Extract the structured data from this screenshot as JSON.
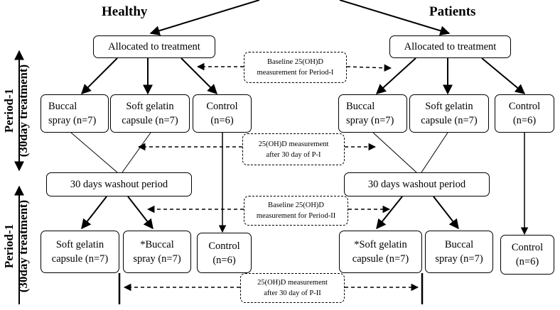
{
  "groups": {
    "healthy": "Healthy",
    "patients": "Patients"
  },
  "periods": {
    "p1": "Period-1\n(30day treatment)",
    "p2": "Period-1\n(30day treatment)"
  },
  "allocated": "Allocated to treatment",
  "washout": "30 days washout period",
  "notes": {
    "baseline_p1": "Baseline 25(OH)D\nmeasurement for Period-I",
    "after_p1": "25(OH)D measurement\nafter 30 day of P-I",
    "baseline_p2": "Baseline 25(OH)D\nmeasurement for Period-II",
    "after_p2": "25(OH)D measurement\nafter 30 day of P-II"
  },
  "healthy": {
    "p1": {
      "buccal": "Buccal\nspray (n=7)",
      "softgel": "Soft gelatin\ncapsule (n=7)",
      "control": "Control\n(n=6)"
    },
    "p2": {
      "softgel": "Soft gelatin\ncapsule (n=7)",
      "buccal": "*Buccal\nspray (n=7)",
      "control": "Control\n(n=6)"
    }
  },
  "patients": {
    "p1": {
      "buccal": "Buccal\nspray (n=7)",
      "softgel": "Soft gelatin\ncapsule (n=7)",
      "control": "Control\n(n=6)"
    },
    "p2": {
      "softgel": "*Soft gelatin\ncapsule (n=7)",
      "buccal": "Buccal\nspray (n=7)",
      "control": "Control\n(n=6)"
    }
  }
}
